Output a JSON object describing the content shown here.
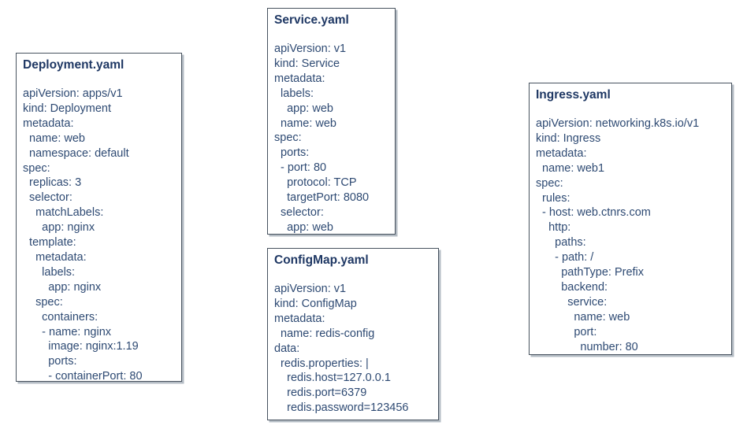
{
  "colors": {
    "title_text": "#1f3864",
    "body_text": "#2e4a73",
    "box_border": "#47525e",
    "box_shadow": "#b4bcc4",
    "background": "#ffffff"
  },
  "boxes": [
    {
      "id": "deployment",
      "title": "Deployment.yaml",
      "lines": [
        "apiVersion: apps/v1",
        "kind: Deployment",
        "metadata:",
        "  name: web",
        "  namespace: default",
        "spec:",
        "  replicas: 3",
        "  selector:",
        "    matchLabels:",
        "      app: nginx",
        "  template:",
        "    metadata:",
        "      labels:",
        "        app: nginx",
        "    spec:",
        "      containers:",
        "      - name: nginx",
        "        image: nginx:1.19",
        "        ports:",
        "        - containerPort: 80"
      ]
    },
    {
      "id": "service",
      "title": "Service.yaml",
      "lines": [
        "apiVersion: v1",
        "kind: Service",
        "metadata:",
        "  labels:",
        "    app: web",
        "  name: web",
        "spec:",
        "  ports:",
        "  - port: 80",
        "    protocol: TCP",
        "    targetPort: 8080",
        "  selector:",
        "    app: web"
      ]
    },
    {
      "id": "configmap",
      "title": "ConfigMap.yaml",
      "lines": [
        "apiVersion: v1",
        "kind: ConfigMap",
        "metadata:",
        "  name: redis-config",
        "data:",
        "  redis.properties: |",
        "    redis.host=127.0.0.1",
        "    redis.port=6379",
        "    redis.password=123456"
      ]
    },
    {
      "id": "ingress",
      "title": "Ingress.yaml",
      "lines": [
        "apiVersion: networking.k8s.io/v1",
        "kind: Ingress",
        "metadata:",
        "  name: web1",
        "spec:",
        "  rules:",
        "  - host: web.ctnrs.com",
        "    http:",
        "      paths:",
        "      - path: /",
        "        pathType: Prefix",
        "        backend:",
        "          service:",
        "            name: web",
        "            port:",
        "              number: 80"
      ]
    }
  ]
}
